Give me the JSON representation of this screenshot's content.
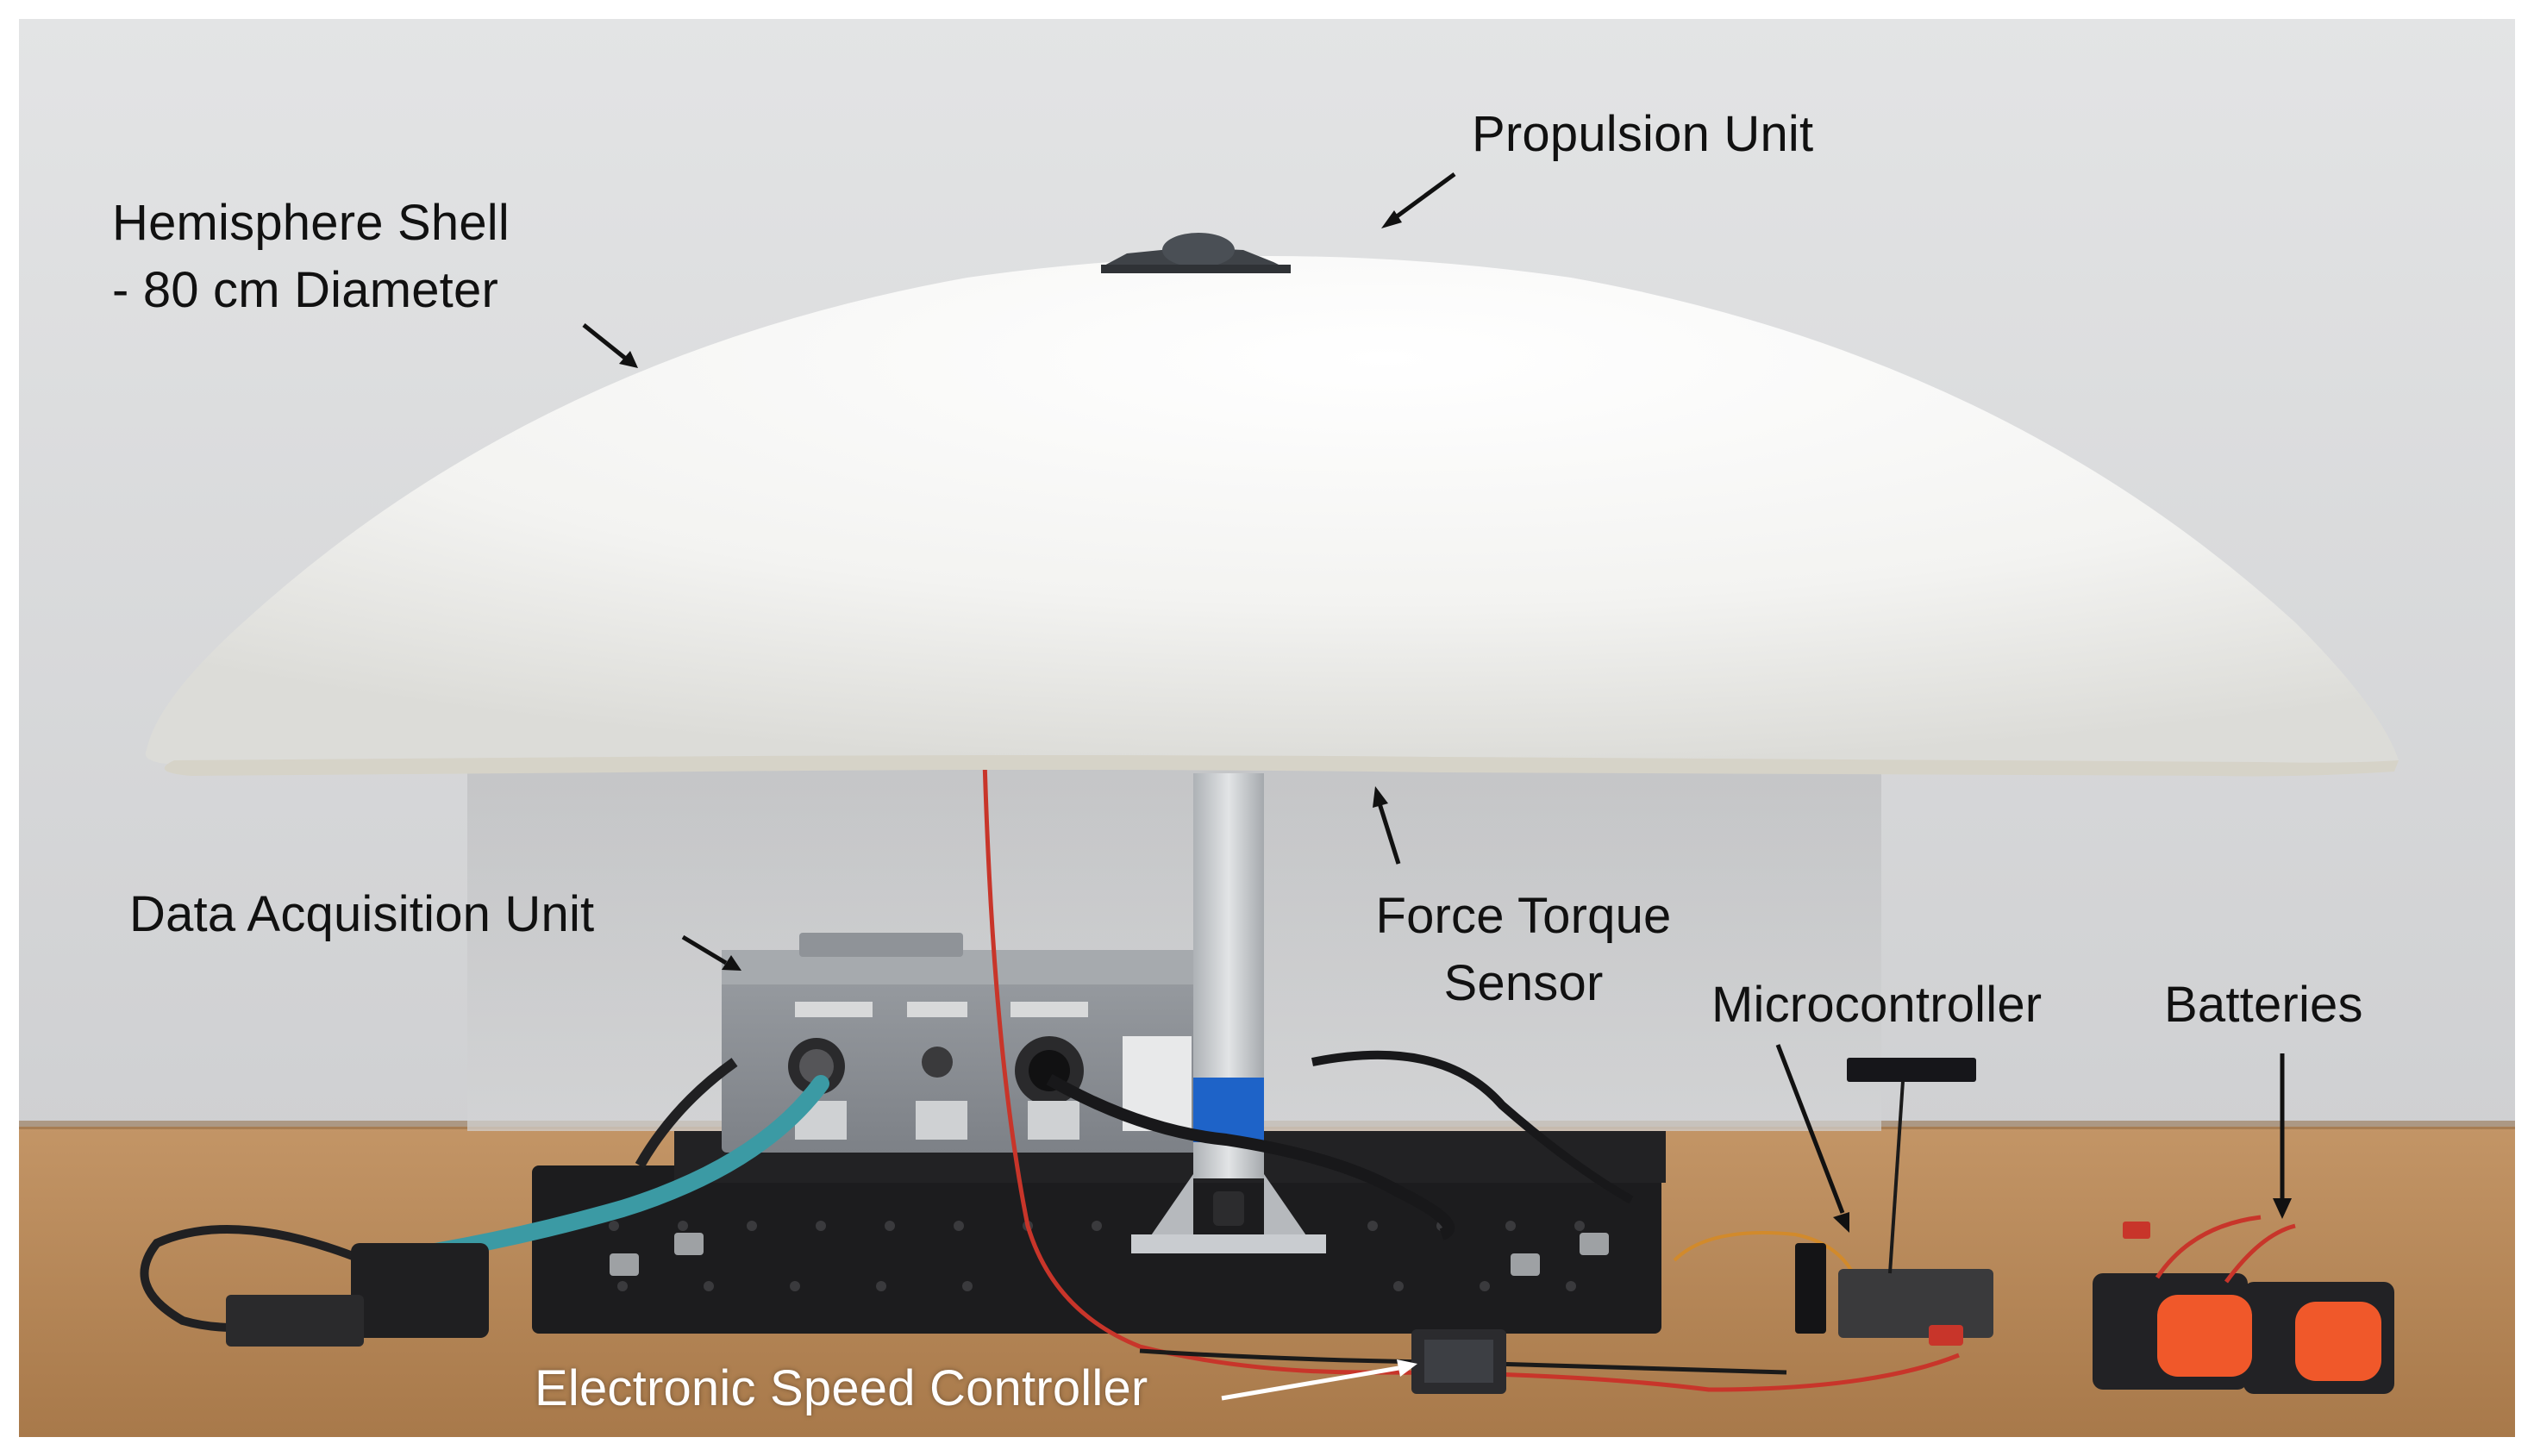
{
  "labels": {
    "propulsion": "Propulsion Unit",
    "hemisphere_line1": "Hemisphere Shell",
    "hemisphere_line2": "- 80 cm Diameter",
    "daq": "Data Acquisition Unit",
    "force_line1": "Force Torque",
    "force_line2": "Sensor",
    "micro": "Microcontroller",
    "batteries": "Batteries",
    "esc": "Electronic Speed Controller"
  },
  "colors": {
    "wall": "#d9dadb",
    "table": "#b88b5a",
    "shell": "#f4f4f2",
    "plate": "#1c1c1e",
    "daq_box": "#8d9196",
    "profile": "#c9ccd0",
    "tape": "#1e63c8",
    "cable_teal": "#3b9aa4",
    "battery_cap": "#f0582a",
    "arrow": "#111111"
  }
}
